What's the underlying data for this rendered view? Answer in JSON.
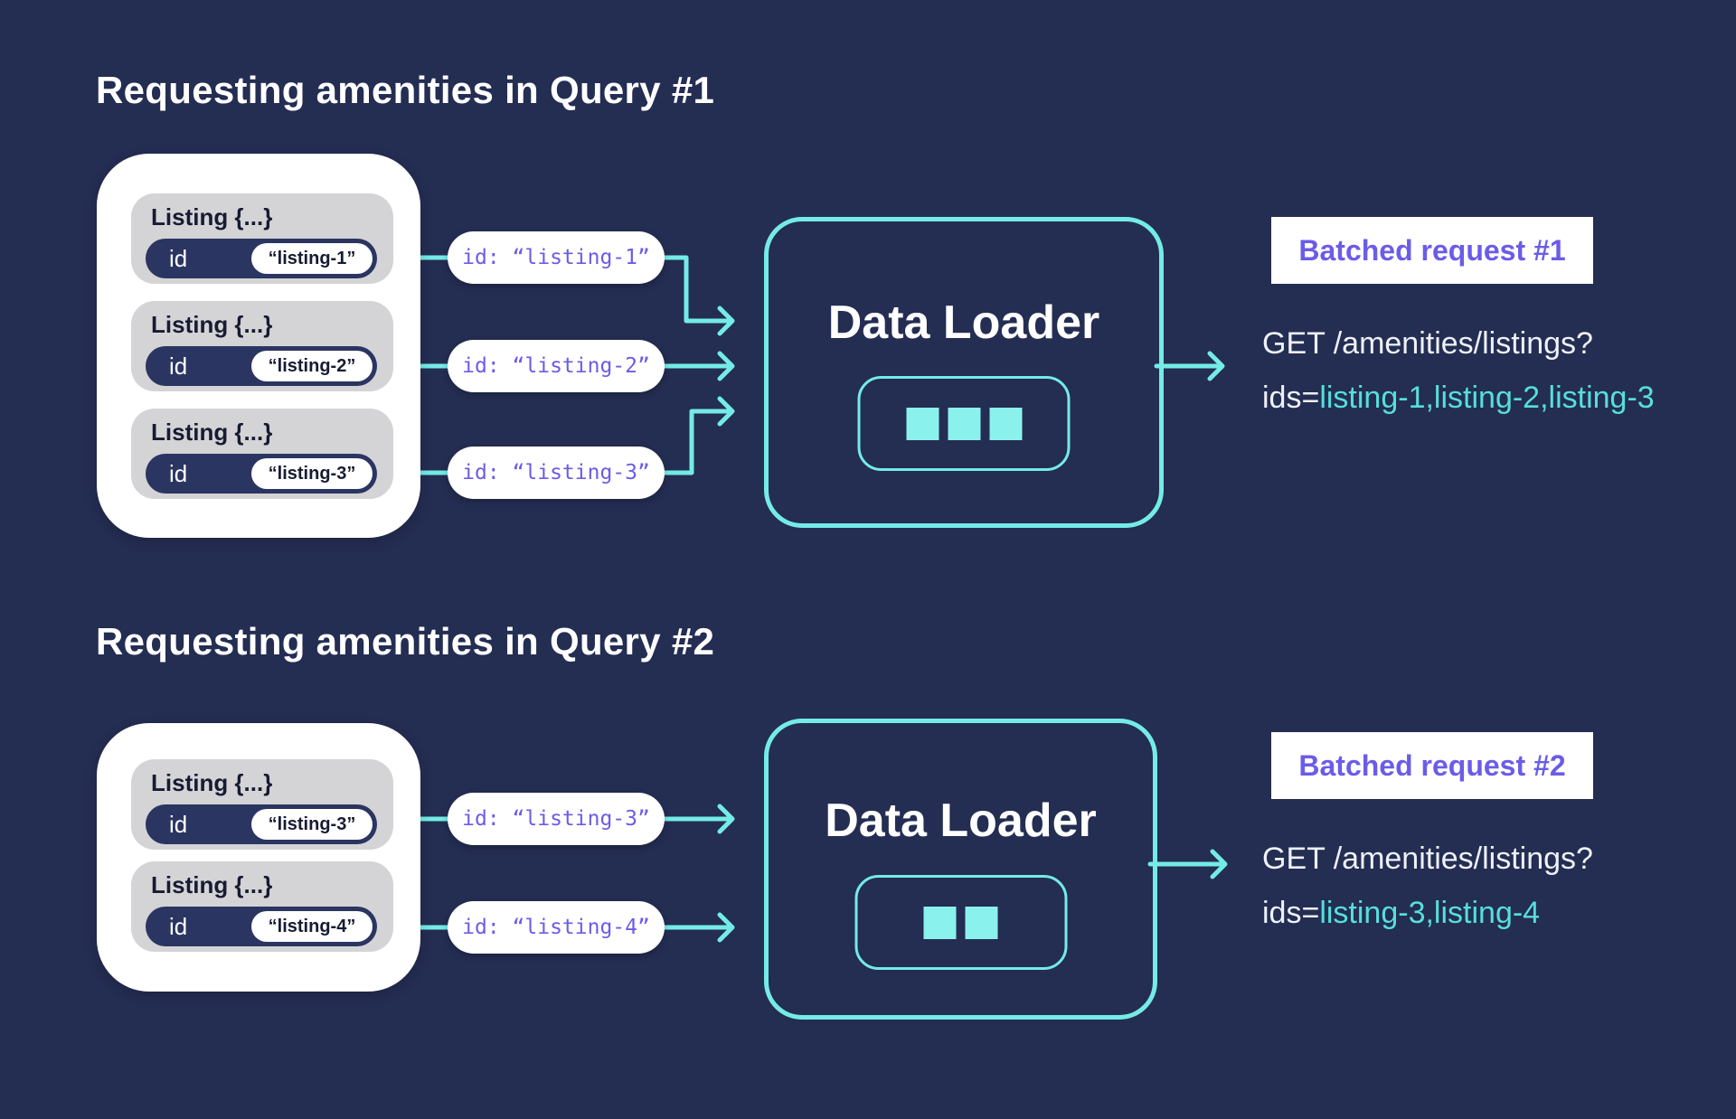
{
  "colors": {
    "bg": "#242d52",
    "card_gray": "#d4d4d6",
    "navy_pill": "#2b3561",
    "cyan": "#74ebe6",
    "cyan_bright": "#8bf1ec",
    "purple": "#6b5ce8",
    "text_dark": "#171b33",
    "req_cyan": "#56dfdc",
    "white": "#ffffff"
  },
  "sections": [
    {
      "title": "Requesting amenities in Query #1",
      "listings": [
        {
          "label": "Listing {...}",
          "field": "id",
          "value": "“listing-1”"
        },
        {
          "label": "Listing {...}",
          "field": "id",
          "value": "“listing-2”"
        },
        {
          "label": "Listing {...}",
          "field": "id",
          "value": "“listing-3”"
        }
      ],
      "pills": [
        "id: “listing-1”",
        "id: “listing-2”",
        "id: “listing-3”"
      ],
      "loader": {
        "title": "Data Loader",
        "batch_count": 3
      },
      "badge": "Batched request #1",
      "request": {
        "line1": "GET /amenities/listings?",
        "prefix": "ids=",
        "ids": "listing-1,listing-2,listing-3"
      }
    },
    {
      "title": "Requesting amenities in Query #2",
      "listings": [
        {
          "label": "Listing {...}",
          "field": "id",
          "value": "“listing-3”"
        },
        {
          "label": "Listing {...}",
          "field": "id",
          "value": "“listing-4”"
        }
      ],
      "pills": [
        "id: “listing-3”",
        "id: “listing-4”"
      ],
      "loader": {
        "title": "Data Loader",
        "batch_count": 2
      },
      "badge": "Batched request #2",
      "request": {
        "line1": "GET /amenities/listings?",
        "prefix": "ids=",
        "ids": "listing-3,listing-4"
      }
    }
  ]
}
